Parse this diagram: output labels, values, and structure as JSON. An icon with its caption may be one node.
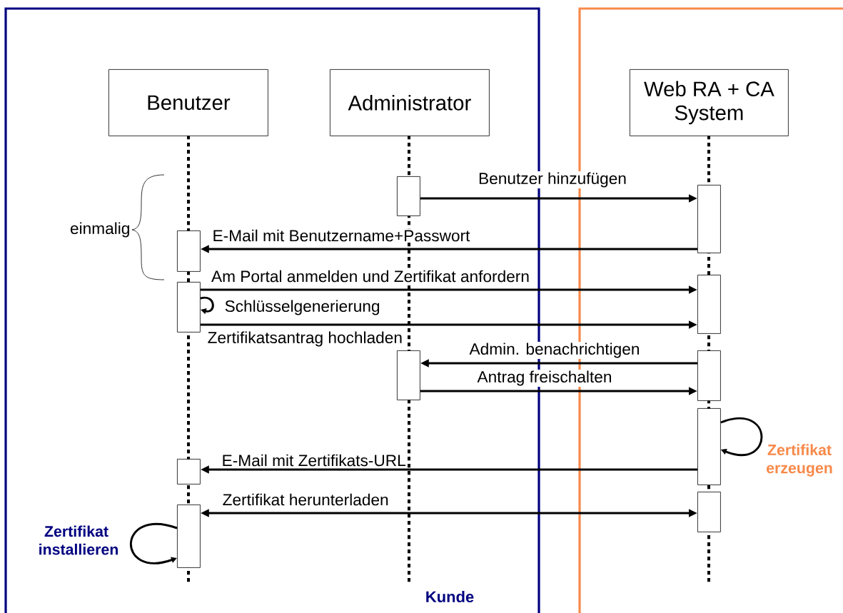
{
  "diagram": {
    "nodes": [
      {
        "text": [
          "Kunde"
        ]
      },
      {
        "text": [],
        "shape": "box"
      },
      {
        "text": [
          "Benutzer"
        ],
        "in": 0
      },
      {
        "text": [
          "Administrator"
        ],
        "in": 0
      },
      {
        "text": [
          "Web RA + CA System"
        ],
        "in": 1
      },
      {
        "text": [],
        "shape": "bar",
        "in": 0
      },
      {
        "text": [],
        "shape": "bar",
        "in": 0
      },
      {
        "text": [],
        "shape": "bar",
        "in": 0
      },
      {
        "text": [],
        "shape": "bar",
        "in": 0
      },
      {
        "text": [],
        "shape": "bar",
        "in": 0
      },
      {
        "text": [],
        "shape": "bar",
        "in": 0
      },
      {
        "text": [],
        "shape": "bar",
        "in": 1
      },
      {
        "text": [],
        "shape": "bar",
        "in": 1
      },
      {
        "text": [],
        "shape": "bar",
        "in": 1
      },
      {
        "text": [],
        "shape": "bar",
        "in": 1
      },
      {
        "text": [],
        "shape": "bar",
        "in": 1
      }
    ],
    "edges": [
      {
        "from": 9,
        "to": 11,
        "arrow": "to",
        "label": "Benutzer hinzufügen"
      },
      {
        "from": 11,
        "to": 5,
        "arrow": "to",
        "label": "E-Mail mit Benutzername+Passwort"
      },
      {
        "from": 6,
        "to": 12,
        "arrow": "to",
        "label": "Am Portal anmelden und Zertifikat anfordern"
      },
      {
        "from": 6,
        "to": 6,
        "arrow": "to",
        "label": "Schlüsselgenerierung"
      },
      {
        "from": 6,
        "to": 12,
        "arrow": "to",
        "label": "Zertifikatsantrag hochladen"
      },
      {
        "from": 13,
        "to": 10,
        "arrow": "to",
        "label": "Admin. benachrichtigen"
      },
      {
        "from": 10,
        "to": 13,
        "arrow": "to",
        "label": "Antrag freischalten"
      },
      {
        "from": 14,
        "to": 14,
        "arrow": "to",
        "label": "Zertifikat erzeugen"
      },
      {
        "from": 14,
        "to": 7,
        "arrow": "to",
        "label": "E-Mail mit Zertifikats-URL"
      },
      {
        "from": 8,
        "to": 15,
        "arrow": "both",
        "label": "Zertifikat herunterladen"
      },
      {
        "from": 8,
        "to": 8,
        "arrow": "to",
        "label": "Zertifikat installieren"
      }
    ],
    "labels": [
      "einmalig"
    ]
  }
}
